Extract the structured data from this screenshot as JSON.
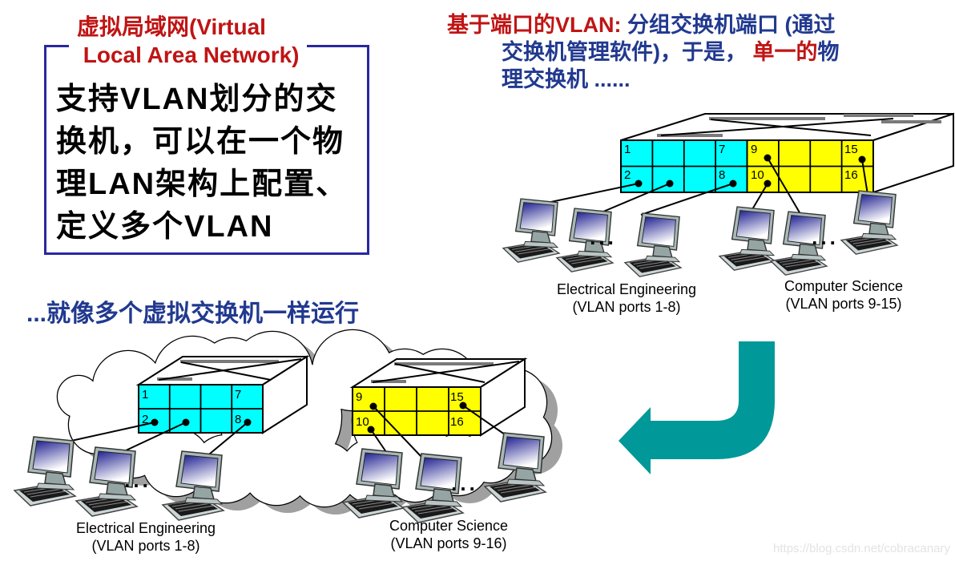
{
  "colors": {
    "red": "#c01414",
    "blue": "#21398f",
    "cyan": "#00ffff",
    "yellow": "#ffff00",
    "teal": "#009898",
    "box_border": "#2828a0",
    "watermark_gray": "#e3e3e3"
  },
  "title": {
    "text": "虚拟局域网(Virtual\n Local Area Network)"
  },
  "definition_box": {
    "text": "支持VLAN划分的交\n换机，可以在一个物\n理LAN架构上配置、\n定义多个VLAN"
  },
  "port_vlan_note": {
    "segments": [
      {
        "text": "基于端口的VLAN:",
        "color": "#c01414"
      },
      {
        "text": " 分组交换机端口 (通过\n交换机管理软件)，于是， ",
        "color": "#21398f"
      },
      {
        "text": "单一的",
        "color": "#c01414"
      },
      {
        "text": "物\n理交换机 ......",
        "color": "#21398f"
      }
    ]
  },
  "virtual_note": {
    "text": "...就像多个虚拟交换机一样运行"
  },
  "physical_switch": {
    "ports_row1": [
      "1",
      "7",
      "9",
      "15"
    ],
    "ports_row2": [
      "2",
      "8",
      "10",
      "16"
    ],
    "ellipsis": "...",
    "groups": [
      {
        "name": "Electrical Engineering",
        "sub": "(VLAN ports 1-8)"
      },
      {
        "name": "Computer Science",
        "sub": "(VLAN ports 9-15)"
      }
    ]
  },
  "virtual_switches": {
    "left": {
      "row1": [
        "1",
        "7"
      ],
      "row2": [
        "2",
        "8"
      ]
    },
    "right": {
      "row1": [
        "9",
        "15"
      ],
      "row2": [
        "10",
        "16"
      ]
    },
    "ellipsis": "...",
    "groups": [
      {
        "name": "Electrical Engineering",
        "sub": "(VLAN ports 1-8)"
      },
      {
        "name": "Computer Science",
        "sub": "(VLAN ports 9-16)"
      }
    ]
  },
  "watermark": {
    "text": "https://blog.csdn.net/cobracanary"
  }
}
